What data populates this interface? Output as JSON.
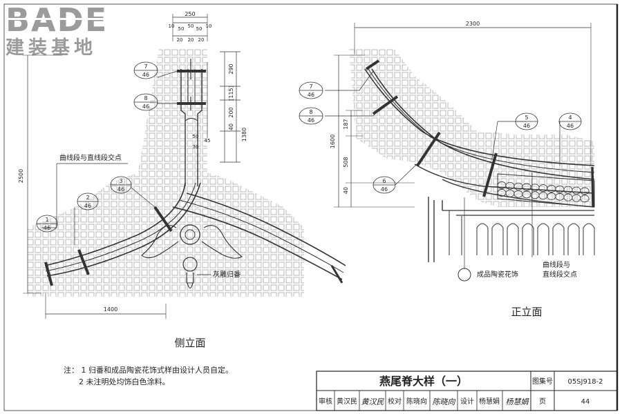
{
  "watermark": {
    "logo": "BADE",
    "subtitle": "建装基地"
  },
  "dimensions": {
    "side_top": "250",
    "side_small_a": "10",
    "side_small_b": "50",
    "side_small_c": "50",
    "side_small_d": "50",
    "side_small_e": "10",
    "side_bottom_a": "20",
    "side_bottom_b": "20",
    "side_bottom_c": "20",
    "side_v_290": "290",
    "side_v_115": "[115]",
    "side_v_200": "200",
    "side_v_40": "40",
    "side_v_1380": "1380",
    "side_50": "50",
    "side_30": "30",
    "side_45": "45",
    "side_2500": "2500",
    "side_1400": "1400",
    "front_2300": "2300",
    "front_1600": "1600",
    "front_187": "187",
    "front_508": "508",
    "front_40": "40"
  },
  "callouts": {
    "side": [
      {
        "num": "7",
        "sheet": "46"
      },
      {
        "num": "8",
        "sheet": "46"
      },
      {
        "num": "3",
        "sheet": "46"
      },
      {
        "num": "2",
        "sheet": "46"
      },
      {
        "num": "1",
        "sheet": "46"
      }
    ],
    "front": [
      {
        "num": "7",
        "sheet": "46"
      },
      {
        "num": "8",
        "sheet": "46"
      },
      {
        "num": "6",
        "sheet": "46"
      },
      {
        "num": "5",
        "sheet": "46"
      },
      {
        "num": "4",
        "sheet": "46"
      }
    ]
  },
  "annotations": {
    "side_intersection": "曲线段与直线段交点",
    "side_ornament": "灰雕归番",
    "front_tile": "成品陶瓷花饰",
    "front_intersection_1": "曲线段与",
    "front_intersection_2": "直线段交点"
  },
  "view_titles": {
    "side": "侧立面",
    "front": "正立面"
  },
  "notes": {
    "prefix": "注：",
    "items": [
      {
        "num": "1",
        "text": "归番和成品陶瓷花饰式样由设计人员自定。"
      },
      {
        "num": "2",
        "text": "未注明处均饰白色涂料。"
      }
    ]
  },
  "title_block": {
    "title": "燕尾脊大样（一）",
    "atlas_label": "图集号",
    "atlas_no": "05SJ918-2",
    "review_label": "审核",
    "reviewer": "黄汉民",
    "reviewer_sign": "黄汉民",
    "check_label": "校对",
    "checker": "陈晓向",
    "checker_sign": "陈晓向",
    "design_label": "设计",
    "designer": "杨慧娟",
    "designer_sign": "杨慧娟",
    "page_label": "页",
    "page_no": "44"
  }
}
